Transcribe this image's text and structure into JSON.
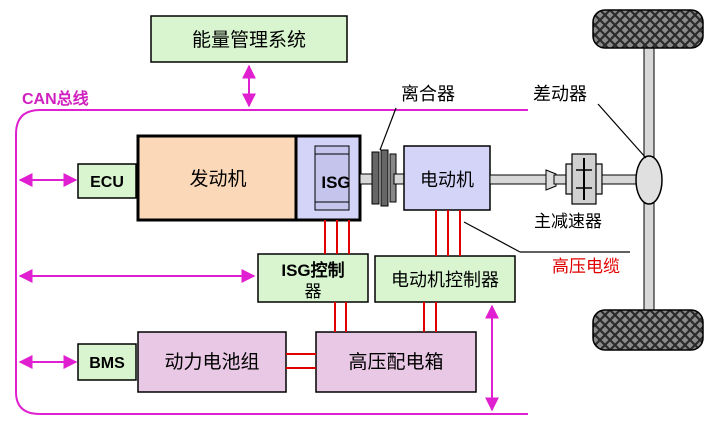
{
  "labels": {
    "energy_mgmt": "能量管理系统",
    "can_bus": "CAN总线",
    "clutch": "离合器",
    "differential": "差动器",
    "ecu": "ECU",
    "engine": "发动机",
    "isg": "ISG",
    "motor": "电动机",
    "final_drive": "主减速器",
    "hv_cable": "高压电缆",
    "isg_controller_line1": "ISG控制",
    "isg_controller_line2": "器",
    "motor_controller": "电动机控制器",
    "bms": "BMS",
    "battery_pack": "动力电池组",
    "hv_distribution_box": "高压配电箱"
  },
  "colors": {
    "box_green_fill": "#d8f5d0",
    "engine_fill": "#fbd8b8",
    "motor_fill": "#d4d4f8",
    "battery_fill": "#e8c8e4",
    "can_bus_line": "#e020d0",
    "hv_cable_line": "#e00000",
    "hv_cable_text": "#e00000",
    "can_bus_text": "#d020c0"
  }
}
